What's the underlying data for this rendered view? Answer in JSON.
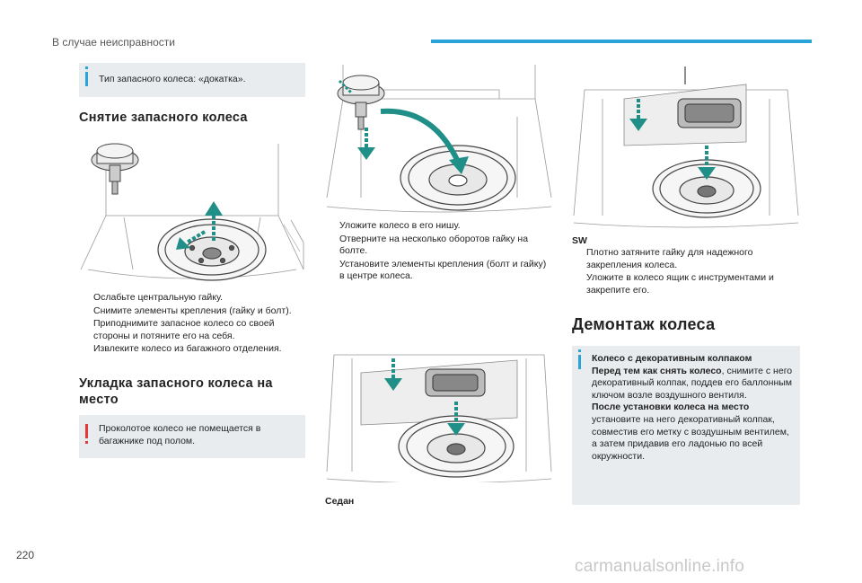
{
  "header": {
    "section_title": "В случае неисправности"
  },
  "page_number": "220",
  "watermark": "carmanualsonline.info",
  "col1": {
    "note_type": "Тип запасного колеса: «докатка».",
    "heading_removal": "Снятие запасного колеса",
    "steps_removal": [
      "Ослабьте центральную гайку.",
      "Снимите элементы крепления (гайку и болт).",
      "Приподнимите запасное колесо со своей стороны и потяните его на себя.",
      "Извлеките колесо из багажного отделения."
    ],
    "heading_install": "Укладка запасного колеса на место",
    "warning_text": "Проколотое колесо не помещается в багажнике под полом."
  },
  "col2": {
    "steps_install": [
      "Уложите колесо в его нишу.",
      "Отверните на несколько оборотов гайку на болте.",
      "Установите элементы крепления (болт и гайку) в центре колеса."
    ],
    "label_sedan": "Седан"
  },
  "col3": {
    "label_sw": "SW",
    "steps_sw": [
      "Плотно затяните гайку для надежного закрепления колеса.",
      "Уложите в колесо ящик с инструментами и закрепите его."
    ],
    "heading_dismount": "Демонтаж колеса",
    "note_title": "Колесо с декоративным колпаком",
    "note_p1_bold": "Перед тем как снять колесо",
    "note_p1_rest": ", снимите с него декоративный колпак, поддев его баллонным ключом возле воздушного вентиля.",
    "note_p2_bold": "После установки колеса на место",
    "note_p2_rest": " установите на него декоративный колпак, совместив его метку с воздушным вентилем, а затем придавив его ладонью по всей окружности."
  },
  "marker_glyph": "",
  "colors": {
    "accent_blue": "#29a3d8",
    "warning_red": "#e23a3a",
    "arrow_teal": "#1f8f87",
    "note_bg": "#e9ecef"
  }
}
